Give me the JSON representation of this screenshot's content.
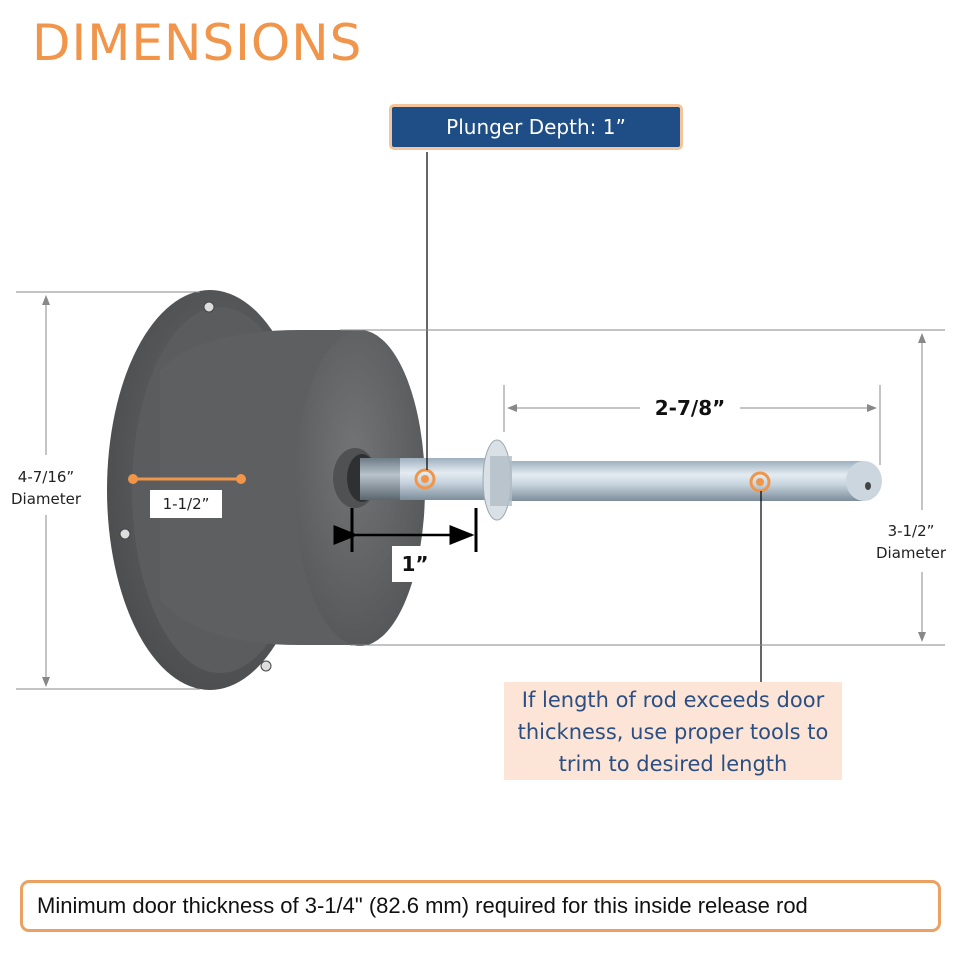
{
  "title": "DIMENSIONS",
  "callout_top": {
    "label": "Plunger Depth: 1”"
  },
  "dimensions": {
    "flange_diameter": {
      "value": "4-7/16”",
      "unit_label": "Diameter"
    },
    "housing_depth": {
      "value": "1-1/2”"
    },
    "plunger_depth": {
      "value": "1”"
    },
    "rod_length": {
      "value": "2-7/8”"
    },
    "housing_diameter": {
      "value": "3-1/2”",
      "unit_label": "Diameter"
    }
  },
  "note": {
    "lines": [
      "If length of rod exceeds door",
      "thickness, use proper tools to",
      "trim to desired length"
    ]
  },
  "footer": {
    "text": "Minimum door thickness of 3-1/4\" (82.6 mm) required for this inside release rod"
  },
  "colors": {
    "accent_orange": "#f0954a",
    "callout_blue": "#1f4e86",
    "note_bg": "#fce5d6",
    "note_text": "#2b4f82",
    "housing_gray": "#5f6163"
  }
}
